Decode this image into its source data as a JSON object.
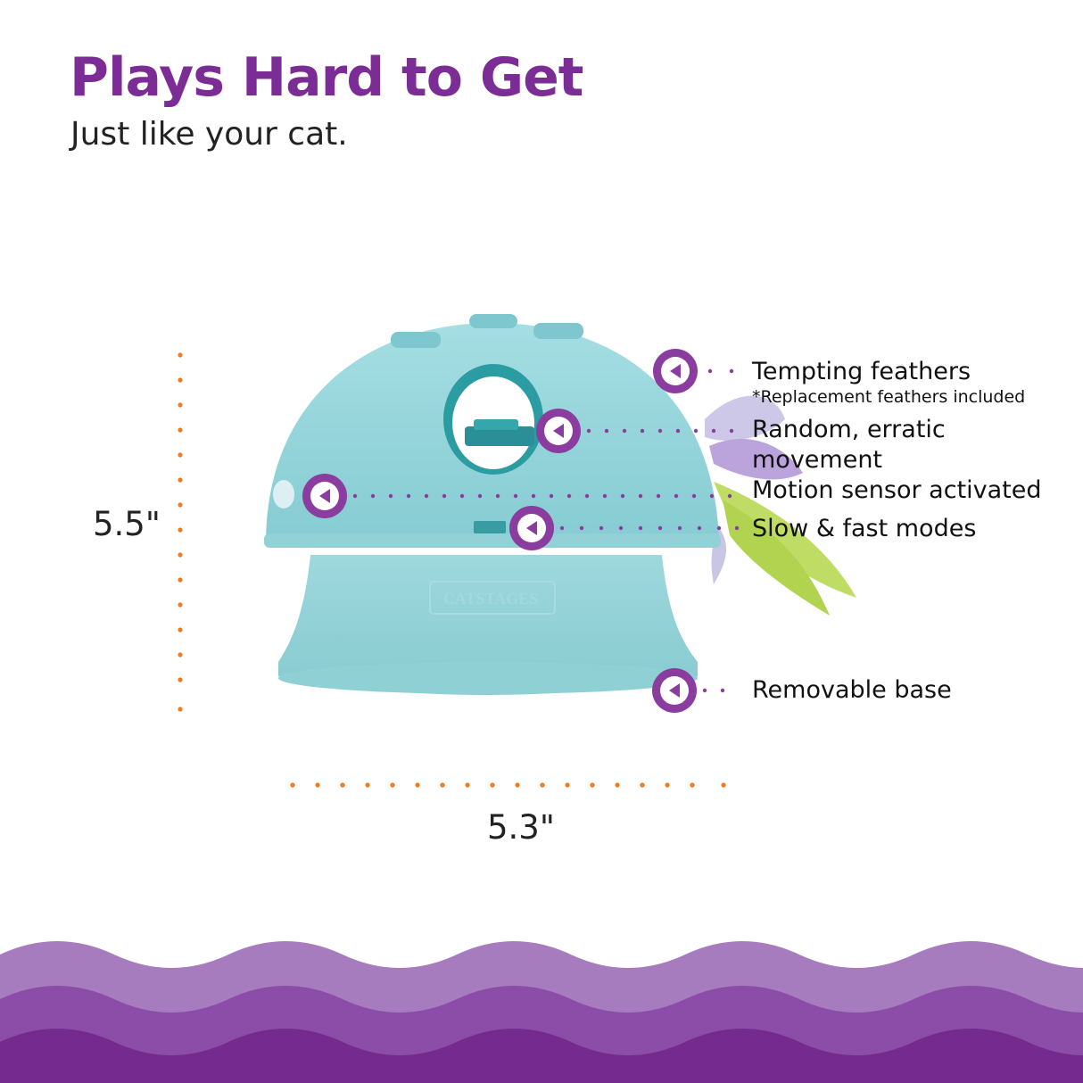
{
  "header": {
    "title": "Plays Hard to Get",
    "subtitle": "Just like your cat."
  },
  "dimensions": {
    "height_label": "5.5\"",
    "width_label": "5.3\""
  },
  "product": {
    "logo_text": "CATSTAGES"
  },
  "features": [
    {
      "label": "Tempting feathers",
      "note": "*Replacement feathers included"
    },
    {
      "label_line1": "Random, erratic",
      "label_line2": "movement"
    },
    {
      "label": "Motion sensor activated"
    },
    {
      "label": "Slow & fast modes"
    },
    {
      "label": "Removable base"
    }
  ],
  "colors": {
    "brand_purple": "#7B2D95",
    "callout_purple": "#8A3D9E",
    "dimension_orange": "#F07A1E",
    "product_teal": "#8ED1D6",
    "wave_light": "#A67CBF",
    "wave_mid": "#8C4DA8",
    "wave_dark": "#742A8F"
  },
  "icons": {
    "callout": "play-left-arrow-icon"
  }
}
